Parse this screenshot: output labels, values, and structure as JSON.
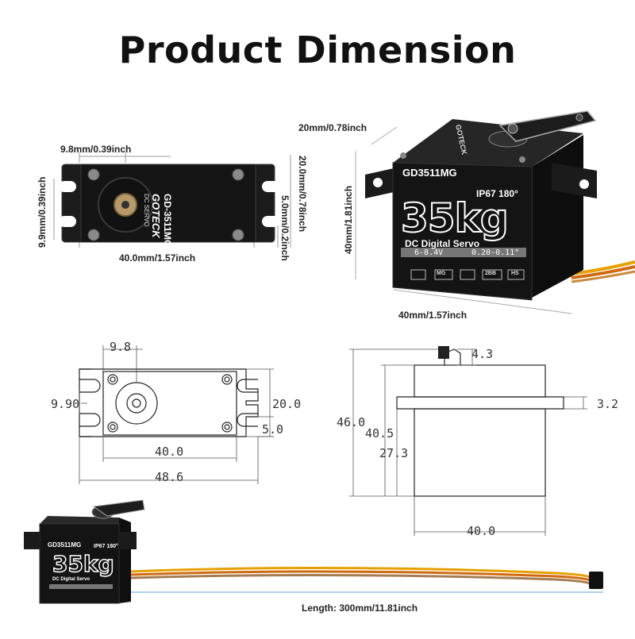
{
  "title": "Product Dimension",
  "top_left": {
    "top": "9.8mm/0.39inch",
    "left": "9.9mm/0.39inch",
    "right_a": "20.0mm/0.78inch",
    "right_b": "5.0mm/0.2inch",
    "bottom": "40.0mm/1.57inch",
    "body_model": "GD-3511MG",
    "body_brand": "GOTECK",
    "body_sub": "DC SERVO"
  },
  "top_right": {
    "depth": "20mm/0.78inch",
    "height": "40mm/1.81inch",
    "width": "40mm/1.57inch",
    "model": "GD3511MG",
    "rating": "IP67 180°",
    "torque": "35kg",
    "kind": "DC Digital Servo",
    "voltage": "6-8.4V",
    "speed": "0.20-0.11\"",
    "side_label": "GOTECK",
    "badges": [
      "MG",
      "2BB",
      "HS"
    ]
  },
  "drawing_top": {
    "d1": "9.8",
    "d2": "9.90",
    "d3": "20.0",
    "d4": "5.0",
    "d5": "40.0",
    "d6": "48.6"
  },
  "drawing_side": {
    "d1": "4.3",
    "d2": "3.2",
    "d3": "46.0",
    "d4": "40.5",
    "d5": "27.3",
    "d6": "40.0"
  },
  "bottom": {
    "model": "GD3511MG",
    "rating": "IP67 180°",
    "torque": "35kg",
    "kind": "DC Digital Servo",
    "length": "Length: 300mm/11.81inch"
  }
}
